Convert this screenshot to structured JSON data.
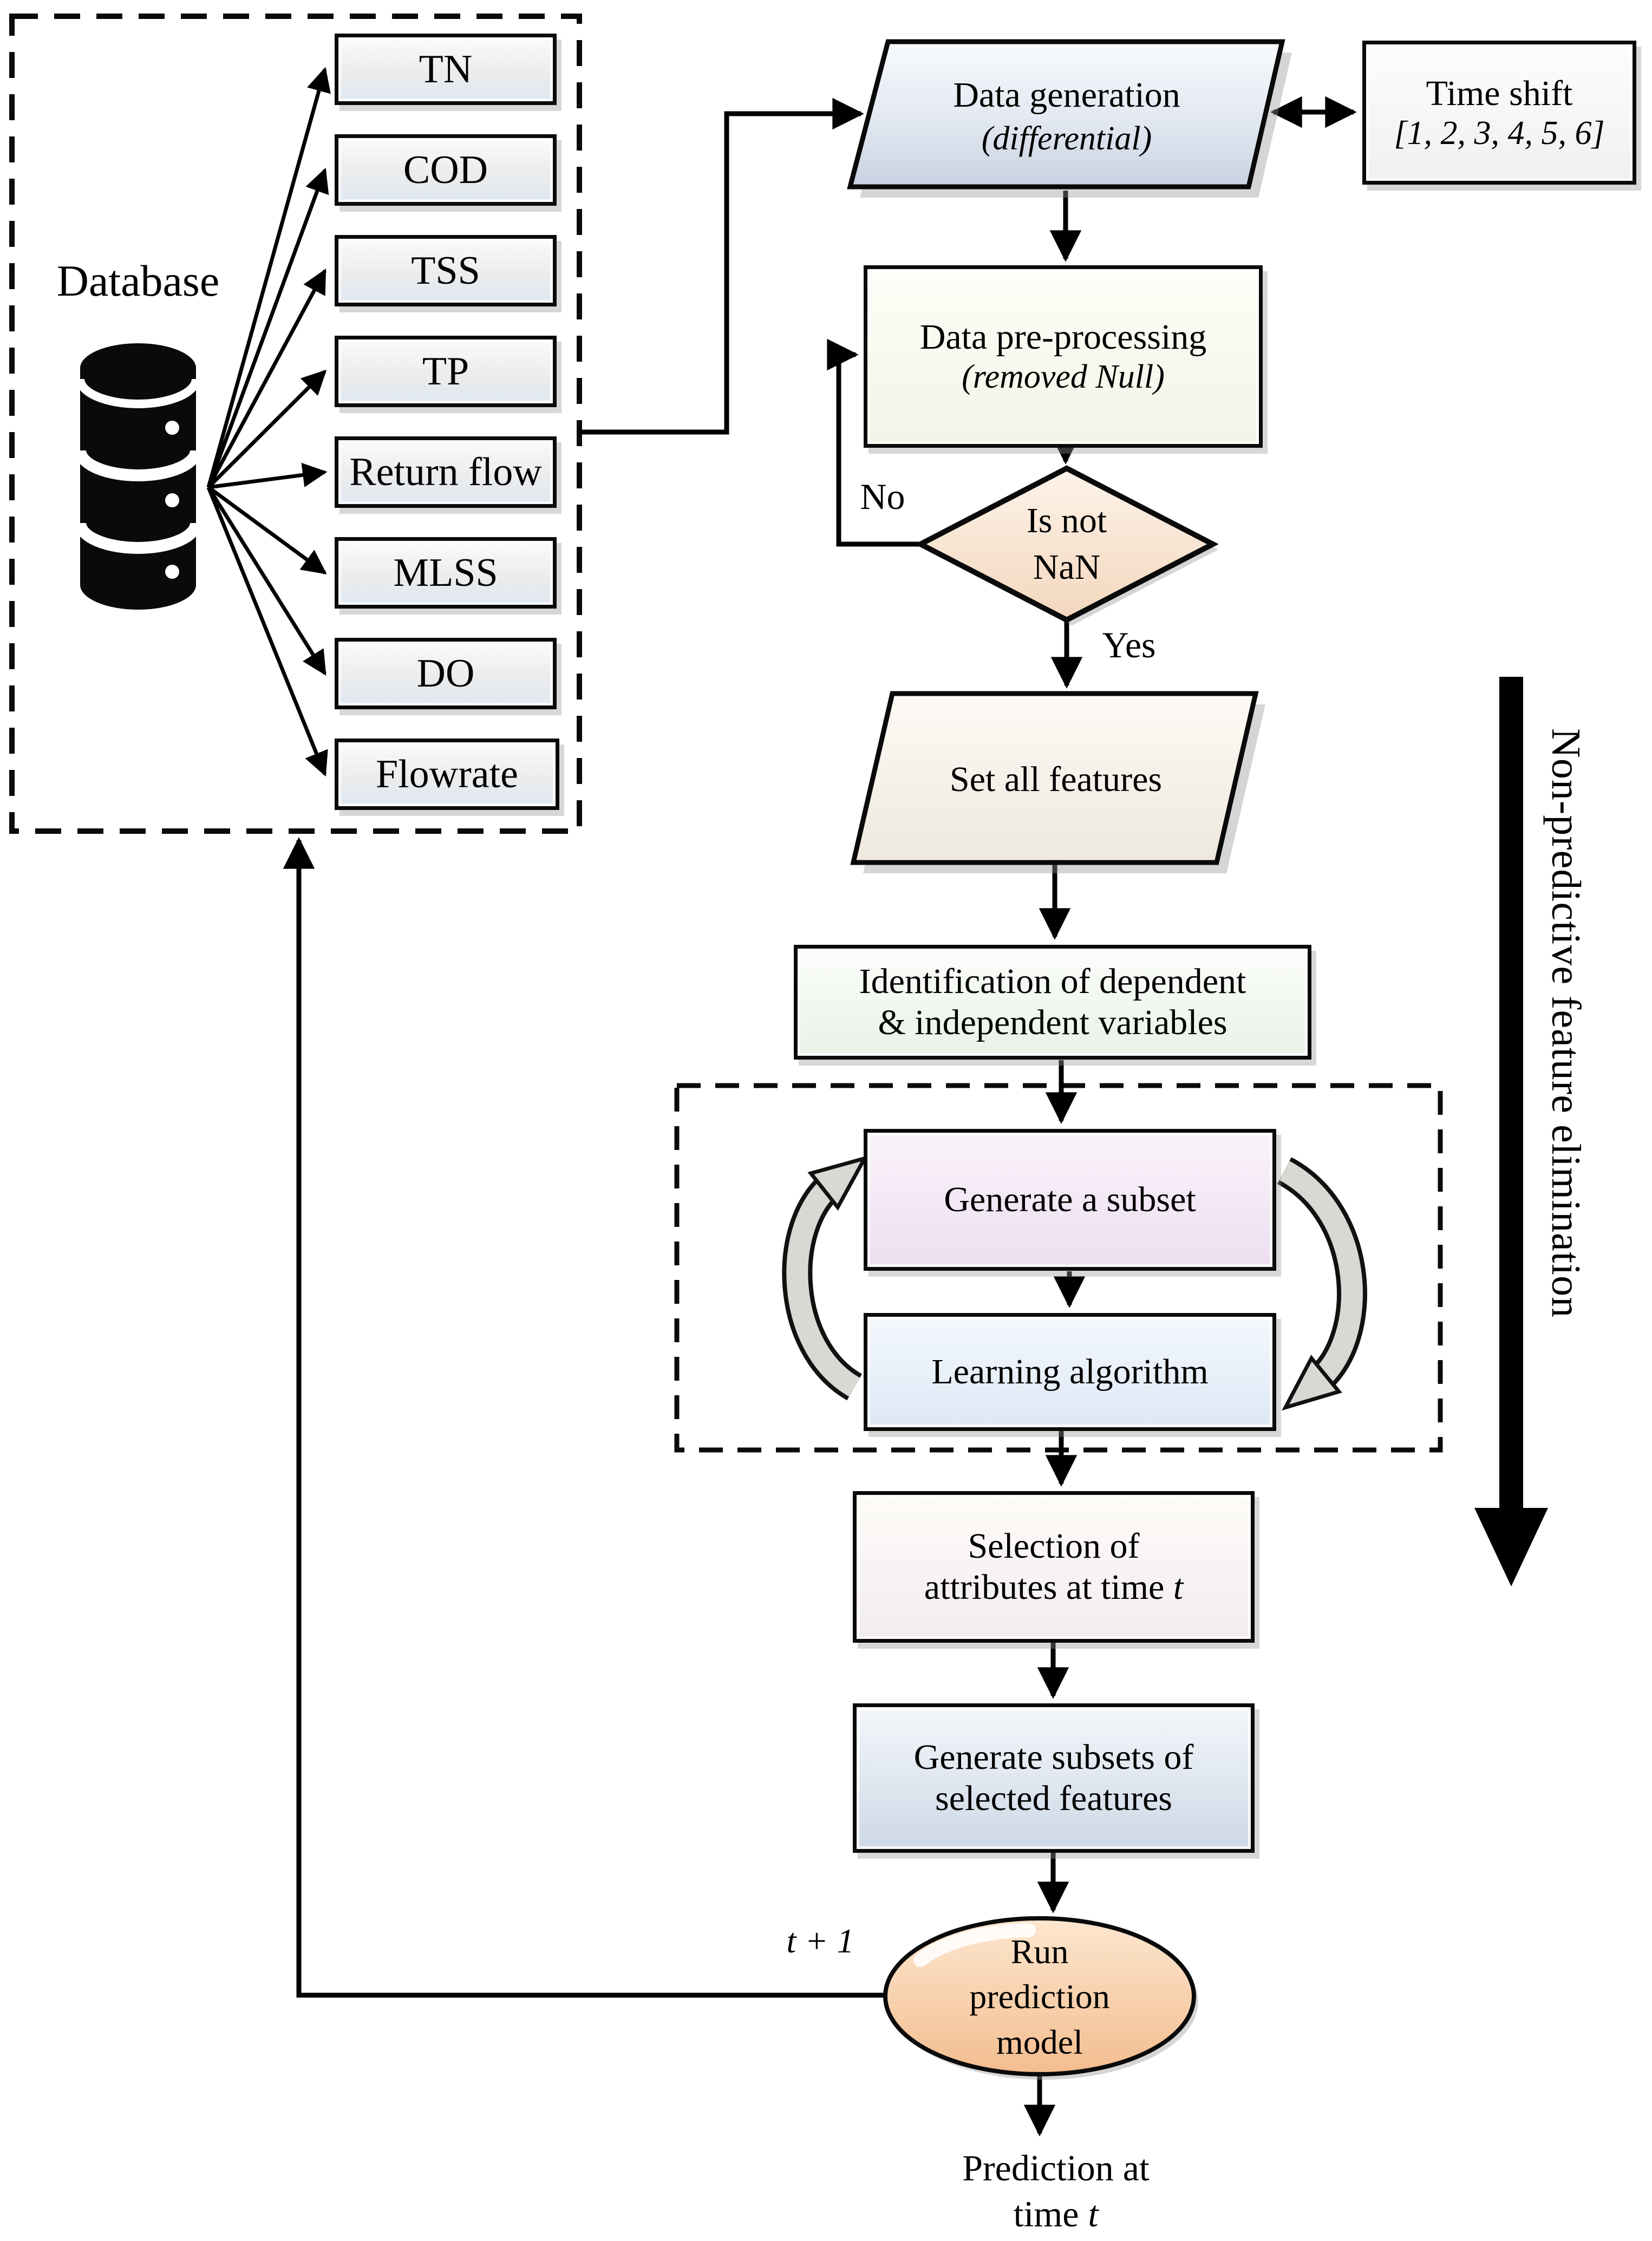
{
  "diagram": {
    "database_panel": {
      "label": "Database",
      "items": [
        "TN",
        "COD",
        "TSS",
        "TP",
        "Return flow",
        "MLSS",
        "DO",
        "Flowrate"
      ]
    },
    "nodes": {
      "data_generation": {
        "line1": "Data generation",
        "line2": "(differential)"
      },
      "time_shift": {
        "line1": "Time shift",
        "line2": "[1, 2, 3, 4, 5, 6]"
      },
      "preprocessing": {
        "line1": "Data pre-processing",
        "line2": "(removed Null)"
      },
      "nan_check": {
        "line1": "Is not",
        "line2": "NaN"
      },
      "set_all_features": {
        "label": "Set all features"
      },
      "identification": {
        "line1": "Identification of dependent",
        "line2": "& independent variables"
      },
      "generate_subset": {
        "label": "Generate a subset"
      },
      "learning_algorithm": {
        "label": "Learning algorithm"
      },
      "selection": {
        "line1": "Selection of",
        "line2_prefix": "attributes at time ",
        "line2_italic": "t"
      },
      "generate_subsets": {
        "line1": "Generate subsets of",
        "line2": "selected features"
      },
      "run_prediction": {
        "line1": "Run",
        "line2": "prediction",
        "line3": "model"
      },
      "prediction_output": {
        "line1": "Prediction at",
        "line2_prefix": "time ",
        "line2_italic": "t"
      }
    },
    "edge_labels": {
      "no": "No",
      "yes": "Yes",
      "t_plus_1": "t + 1"
    },
    "side_note": "Non-predictive feature elimination",
    "colors": {
      "diamond_fill": "#f6dcc2",
      "ellipse_fill": "#f6c89e",
      "parallelogram_fill": "#d3dcea",
      "subset_fill": "#f1e2f3",
      "learning_fill": "#dfe9f5",
      "cycle_arrow_fill": "#d6dad2",
      "line_color": "#000000"
    }
  }
}
